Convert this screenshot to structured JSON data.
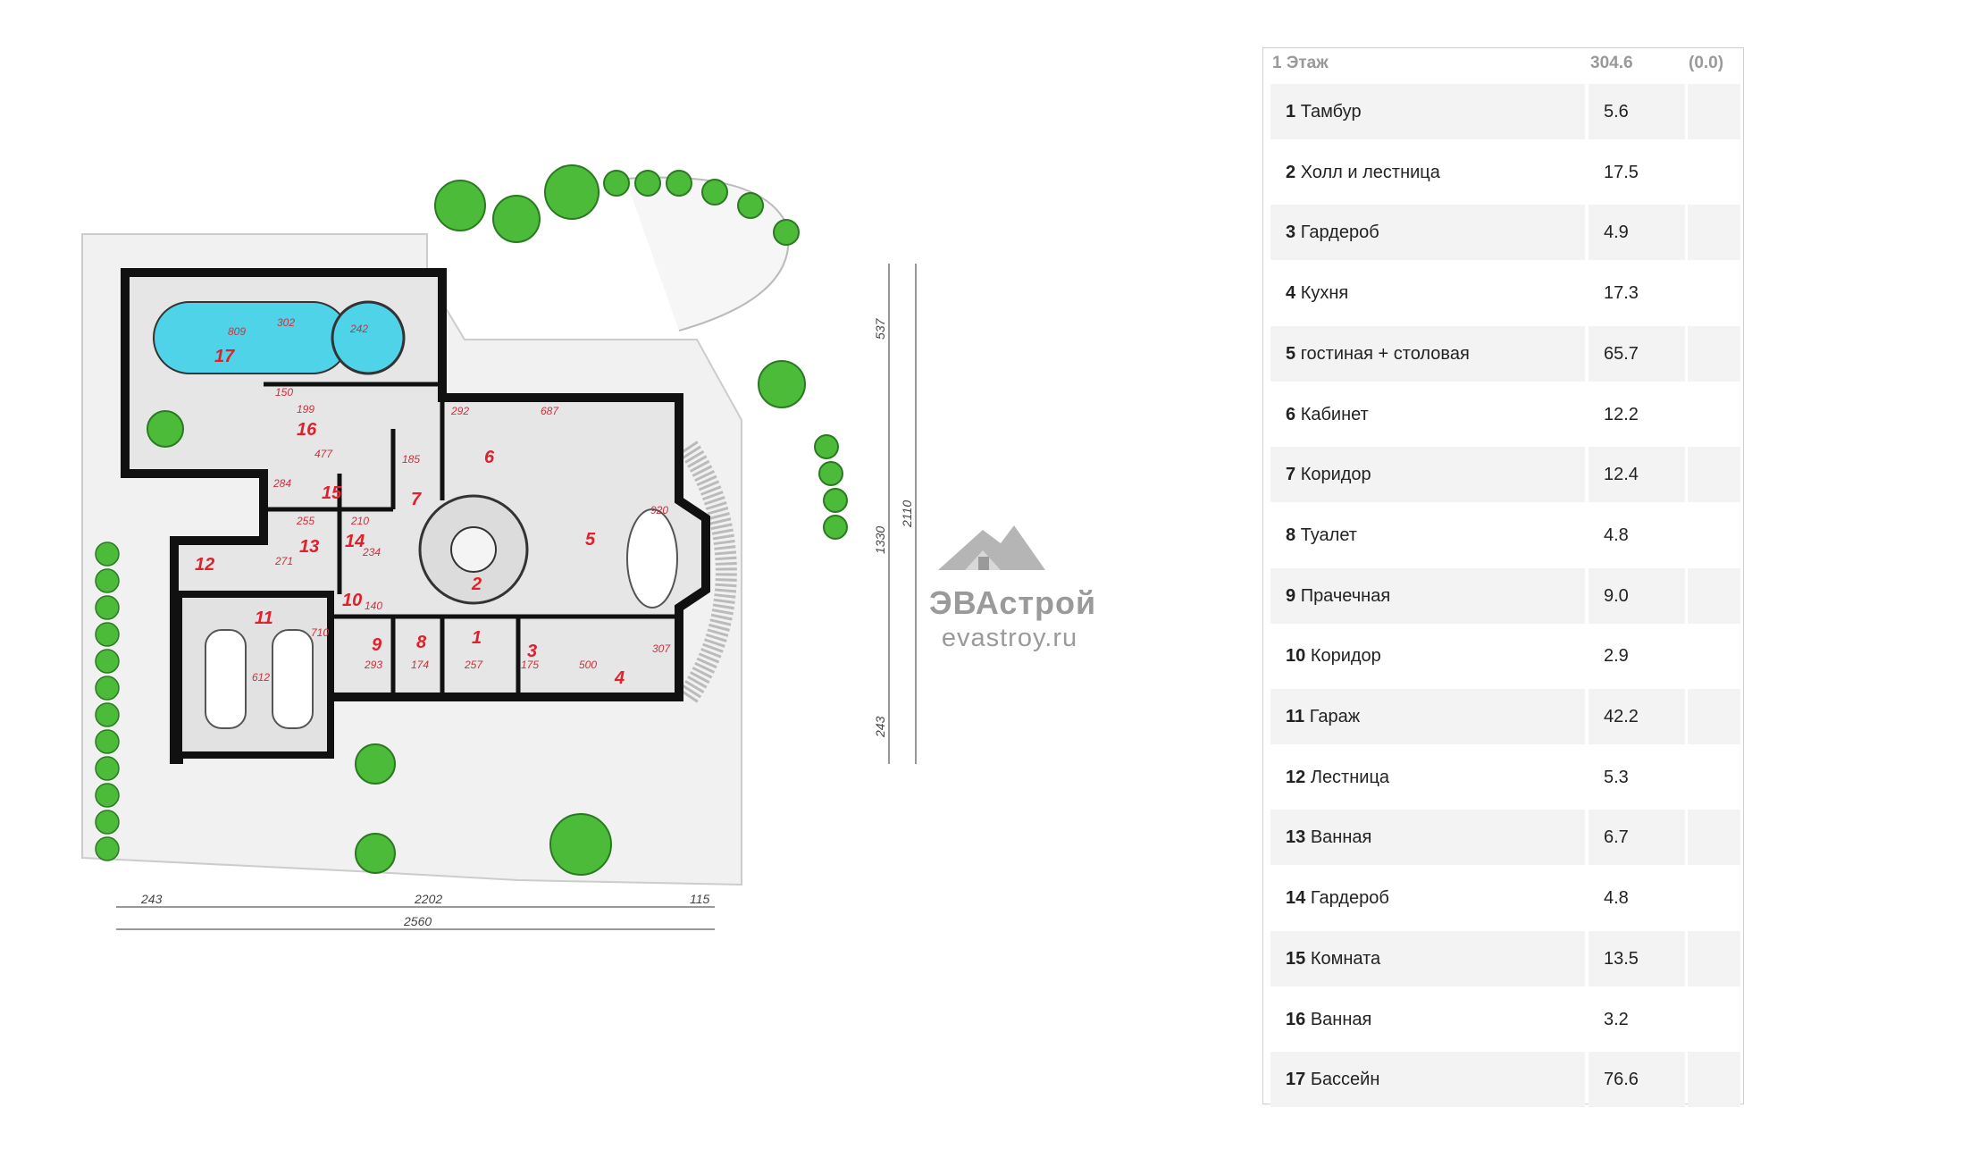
{
  "floor_table": {
    "header": {
      "floor": "1 Этаж",
      "total": "304.6",
      "extra": "(0.0)"
    },
    "rows": [
      {
        "num": "1",
        "name": "Тамбур",
        "area": "5.6"
      },
      {
        "num": "2",
        "name": "Холл и лестница",
        "area": "17.5"
      },
      {
        "num": "3",
        "name": "Гардероб",
        "area": "4.9"
      },
      {
        "num": "4",
        "name": "Кухня",
        "area": "17.3"
      },
      {
        "num": "5",
        "name": "гостиная + столовая",
        "area": "65.7"
      },
      {
        "num": "6",
        "name": "Кабинет",
        "area": "12.2"
      },
      {
        "num": "7",
        "name": "Коридор",
        "area": "12.4"
      },
      {
        "num": "8",
        "name": "Туалет",
        "area": "4.8"
      },
      {
        "num": "9",
        "name": "Прачечная",
        "area": "9.0"
      },
      {
        "num": "10",
        "name": "Коридор",
        "area": "2.9"
      },
      {
        "num": "11",
        "name": "Гараж",
        "area": "42.2"
      },
      {
        "num": "12",
        "name": "Лестница",
        "area": "5.3"
      },
      {
        "num": "13",
        "name": "Ванная",
        "area": "6.7"
      },
      {
        "num": "14",
        "name": "Гардероб",
        "area": "4.8"
      },
      {
        "num": "15",
        "name": "Комната",
        "area": "13.5"
      },
      {
        "num": "16",
        "name": "Ванная",
        "area": "3.2"
      },
      {
        "num": "17",
        "name": "Бассейн",
        "area": "76.6"
      }
    ]
  },
  "logo": {
    "brand": "ЭВАстрой",
    "site": "evastroy.ru"
  },
  "plan": {
    "room_numbers": [
      "1",
      "2",
      "3",
      "4",
      "5",
      "6",
      "7",
      "8",
      "9",
      "10",
      "11",
      "12",
      "13",
      "14",
      "15",
      "16",
      "17"
    ],
    "dimensions": {
      "bottom_left": "243",
      "bottom_mid": "2202",
      "bottom_right": "115",
      "bottom_total": "2560",
      "right_top": "537",
      "right_mid": "1330",
      "right_bottom": "243",
      "right_total": "2110"
    },
    "inner_dims": [
      "809",
      "302",
      "242",
      "199",
      "150",
      "477",
      "185",
      "292",
      "687",
      "284",
      "255",
      "210",
      "271",
      "234",
      "140",
      "710",
      "293",
      "174",
      "257",
      "175",
      "500",
      "307",
      "612",
      "920"
    ]
  },
  "colors": {
    "pool": "#4fd3e8",
    "room_number": "#e0202a",
    "tree": "#4cbb3a",
    "floor": "#ececec",
    "wall": "#111111"
  }
}
